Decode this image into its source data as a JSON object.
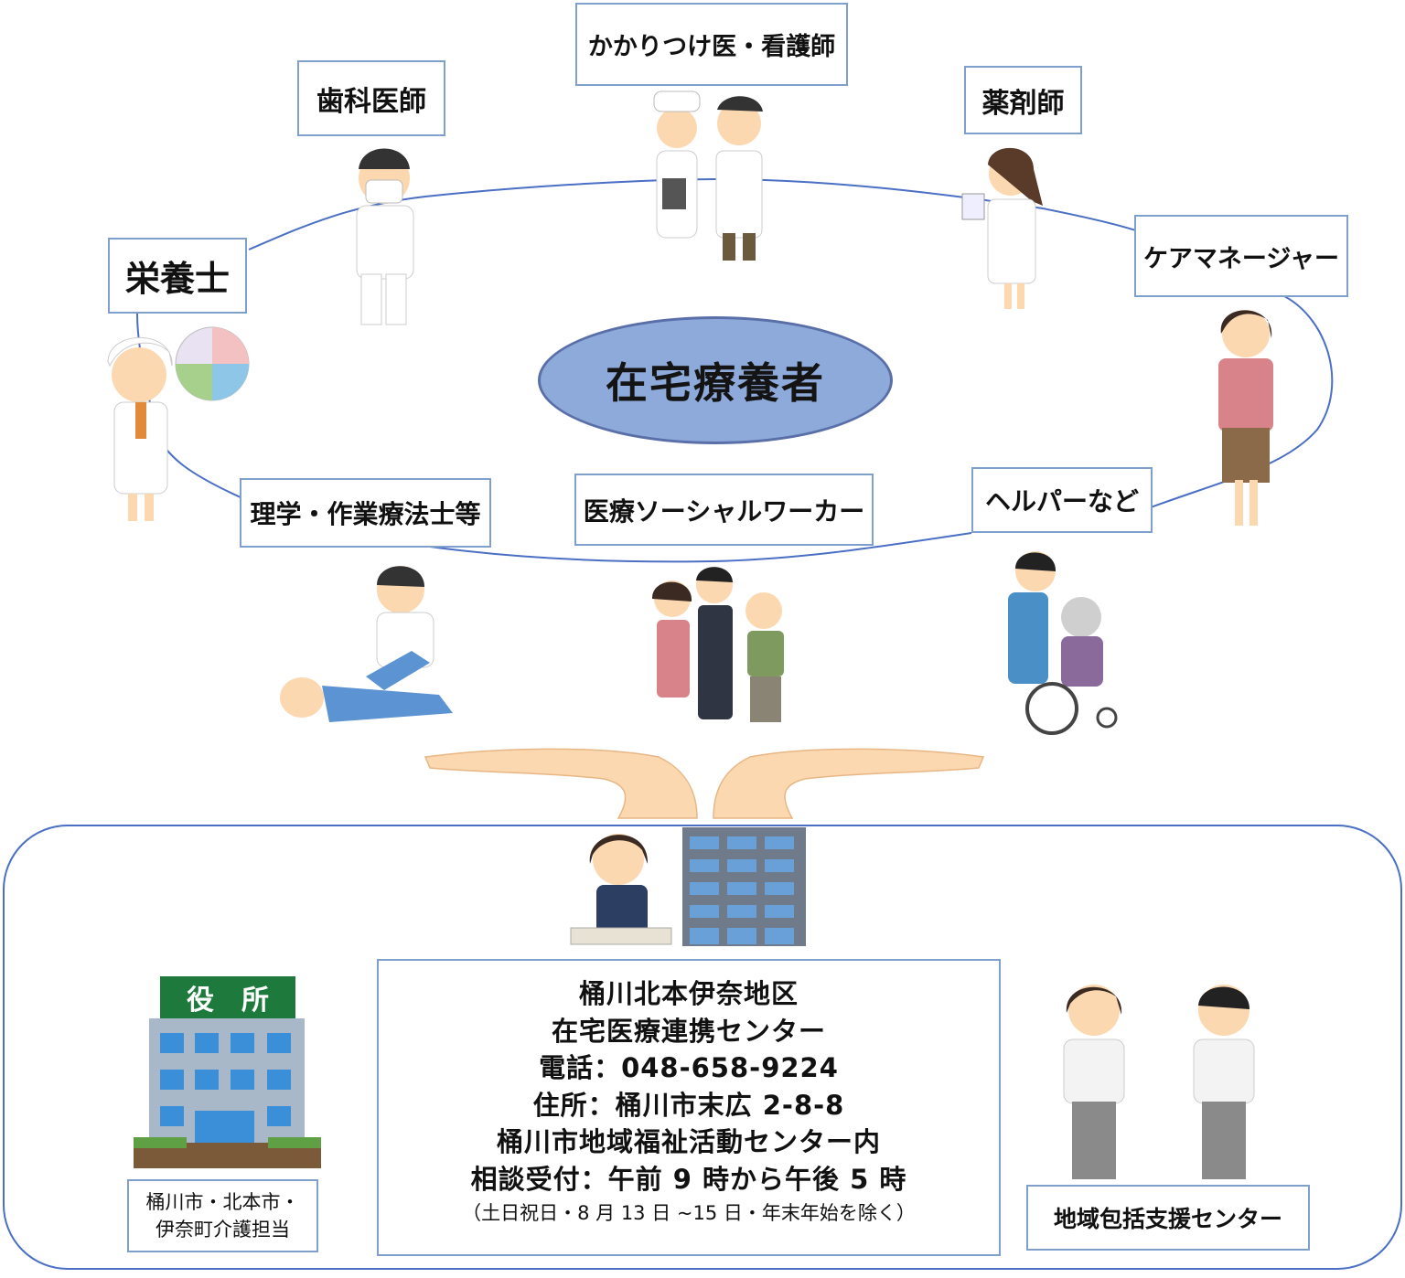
{
  "center": "在宅療養者",
  "roles": {
    "doctor_nurse": "かかりつけ医・看護師",
    "dentist": "歯科医師",
    "pharmacist": "薬剤師",
    "nutritionist": "栄養士",
    "care_manager": "ケアマネージャー",
    "therapist": "理学・作業療法士等",
    "social_worker": "医療ソーシャルワーカー",
    "helper": "ヘルパーなど"
  },
  "city_hall": {
    "sign": "役　所",
    "label_line1": "桶川市・北本市・",
    "label_line2": "伊奈町介護担当"
  },
  "center_info": {
    "line1": "桶川北本伊奈地区",
    "line2": "在宅医療連携センター",
    "line3": "電話：048-658-9224",
    "line4": "住所：桶川市末広 2-8-8",
    "line5": "桶川市地域福祉活動センター内",
    "line6": "相談受付：午前 9 時から午後 5 時",
    "note": "（土日祝日・8 月 13 日 ~15 日・年末年始を除く）"
  },
  "support_center": "地域包括支援センター",
  "colors": {
    "ellipse_fill": "#8eaadb",
    "line": "#4a6fc4",
    "box_border": "#7f9fcc",
    "sign_green": "#1e7a3c"
  }
}
